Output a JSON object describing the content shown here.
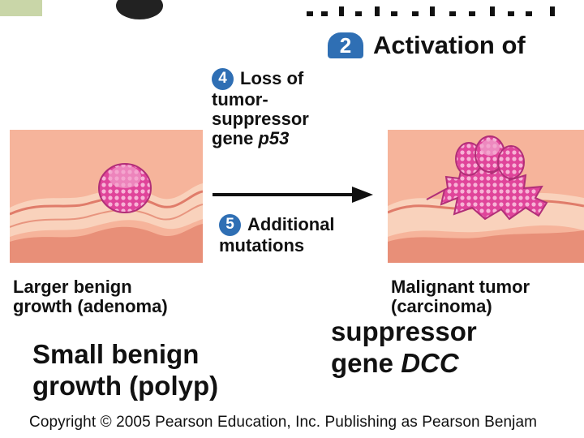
{
  "step2": {
    "number": "2",
    "text": "Activation of"
  },
  "step4": {
    "number": "4",
    "line1": "Loss of",
    "line2": "tumor-",
    "line3": "suppressor",
    "line4_prefix": "gene ",
    "line4_gene": "p53"
  },
  "step5": {
    "number": "5",
    "line1": "Additional",
    "line2": "mutations"
  },
  "left_caption": {
    "line1": "Larger benign",
    "line2": "growth (adenoma)"
  },
  "right_caption": {
    "line1": "Malignant tumor",
    "line2": "(carcinoma)"
  },
  "bottom_left": {
    "line1": "Small benign",
    "line2": "growth (polyp)"
  },
  "bottom_right": {
    "line1": "suppressor",
    "line2_prefix": "gene ",
    "line2_gene": "DCC"
  },
  "copyright": "Copyright ©  2005 Pearson Education, Inc. Publishing as Pearson Benjam",
  "colors": {
    "badge": "#2f6fb4",
    "tissue": "#f3a58a",
    "tumor": "#e0449a",
    "arrow": "#111111"
  }
}
